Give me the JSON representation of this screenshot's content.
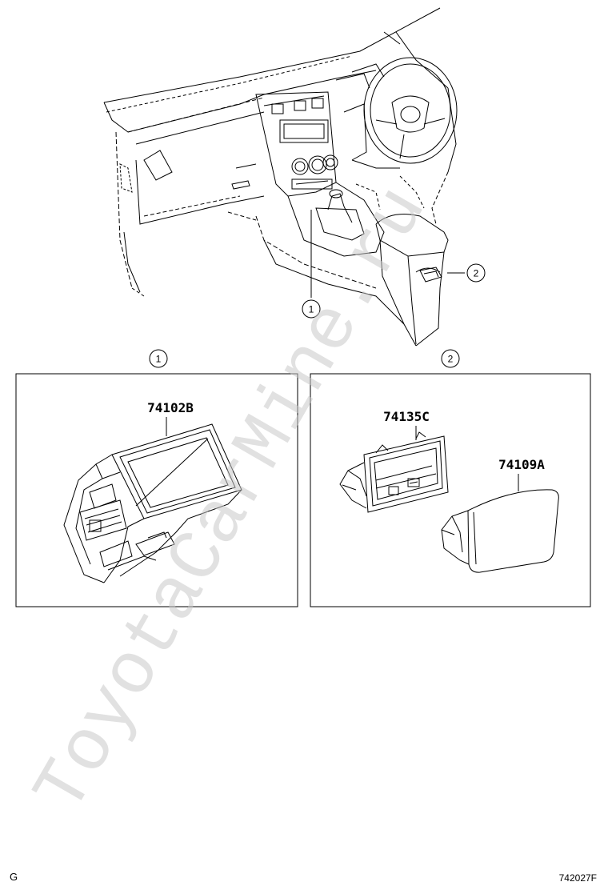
{
  "callouts": {
    "overview_1": "1",
    "overview_2": "2",
    "panel_1": "1",
    "panel_2": "2"
  },
  "parts": {
    "p74102B": "74102B",
    "p74135C": "74135C",
    "p74109A": "74109A"
  },
  "footer": {
    "left_code": "G",
    "right_code": "742027F"
  },
  "watermark": "ToyotaCarMine.ru",
  "colors": {
    "line": "#000000",
    "watermark": "#bfbfbf"
  }
}
